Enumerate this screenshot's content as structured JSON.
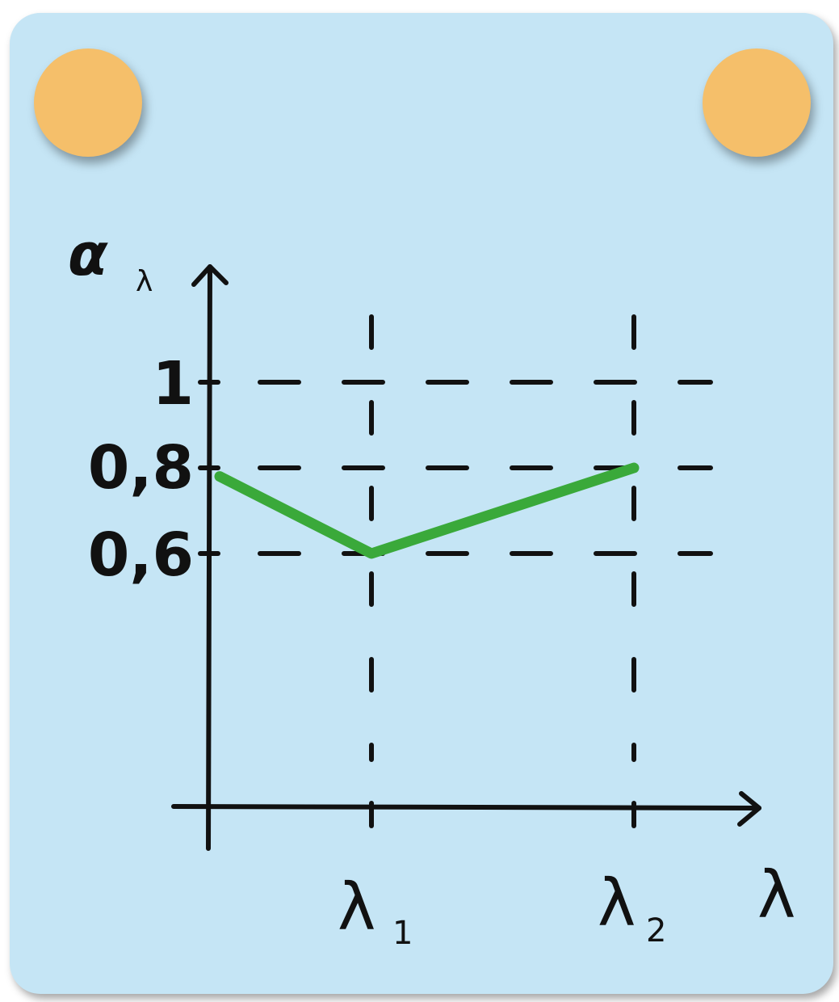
{
  "colors": {
    "card_background": "#c5e5f5",
    "pin": "#f5bf6a",
    "ink": "#111111",
    "series_line": "#3aa93a"
  },
  "chart_data": {
    "type": "line",
    "ylabel": "α",
    "ylabel_subscript": "λ",
    "xlabel": "λ",
    "x_ticks": [
      {
        "label": "λ",
        "subscript": "1"
      },
      {
        "label": "λ",
        "subscript": "2"
      }
    ],
    "y_ticks": [
      "1",
      "0,8",
      "0,6"
    ],
    "grid": "dashed",
    "series": [
      {
        "points": [
          {
            "x": "start",
            "y": 0.78
          },
          {
            "x": "λ1",
            "y": 0.6
          },
          {
            "x": "λ2",
            "y": 0.8
          }
        ]
      }
    ]
  }
}
